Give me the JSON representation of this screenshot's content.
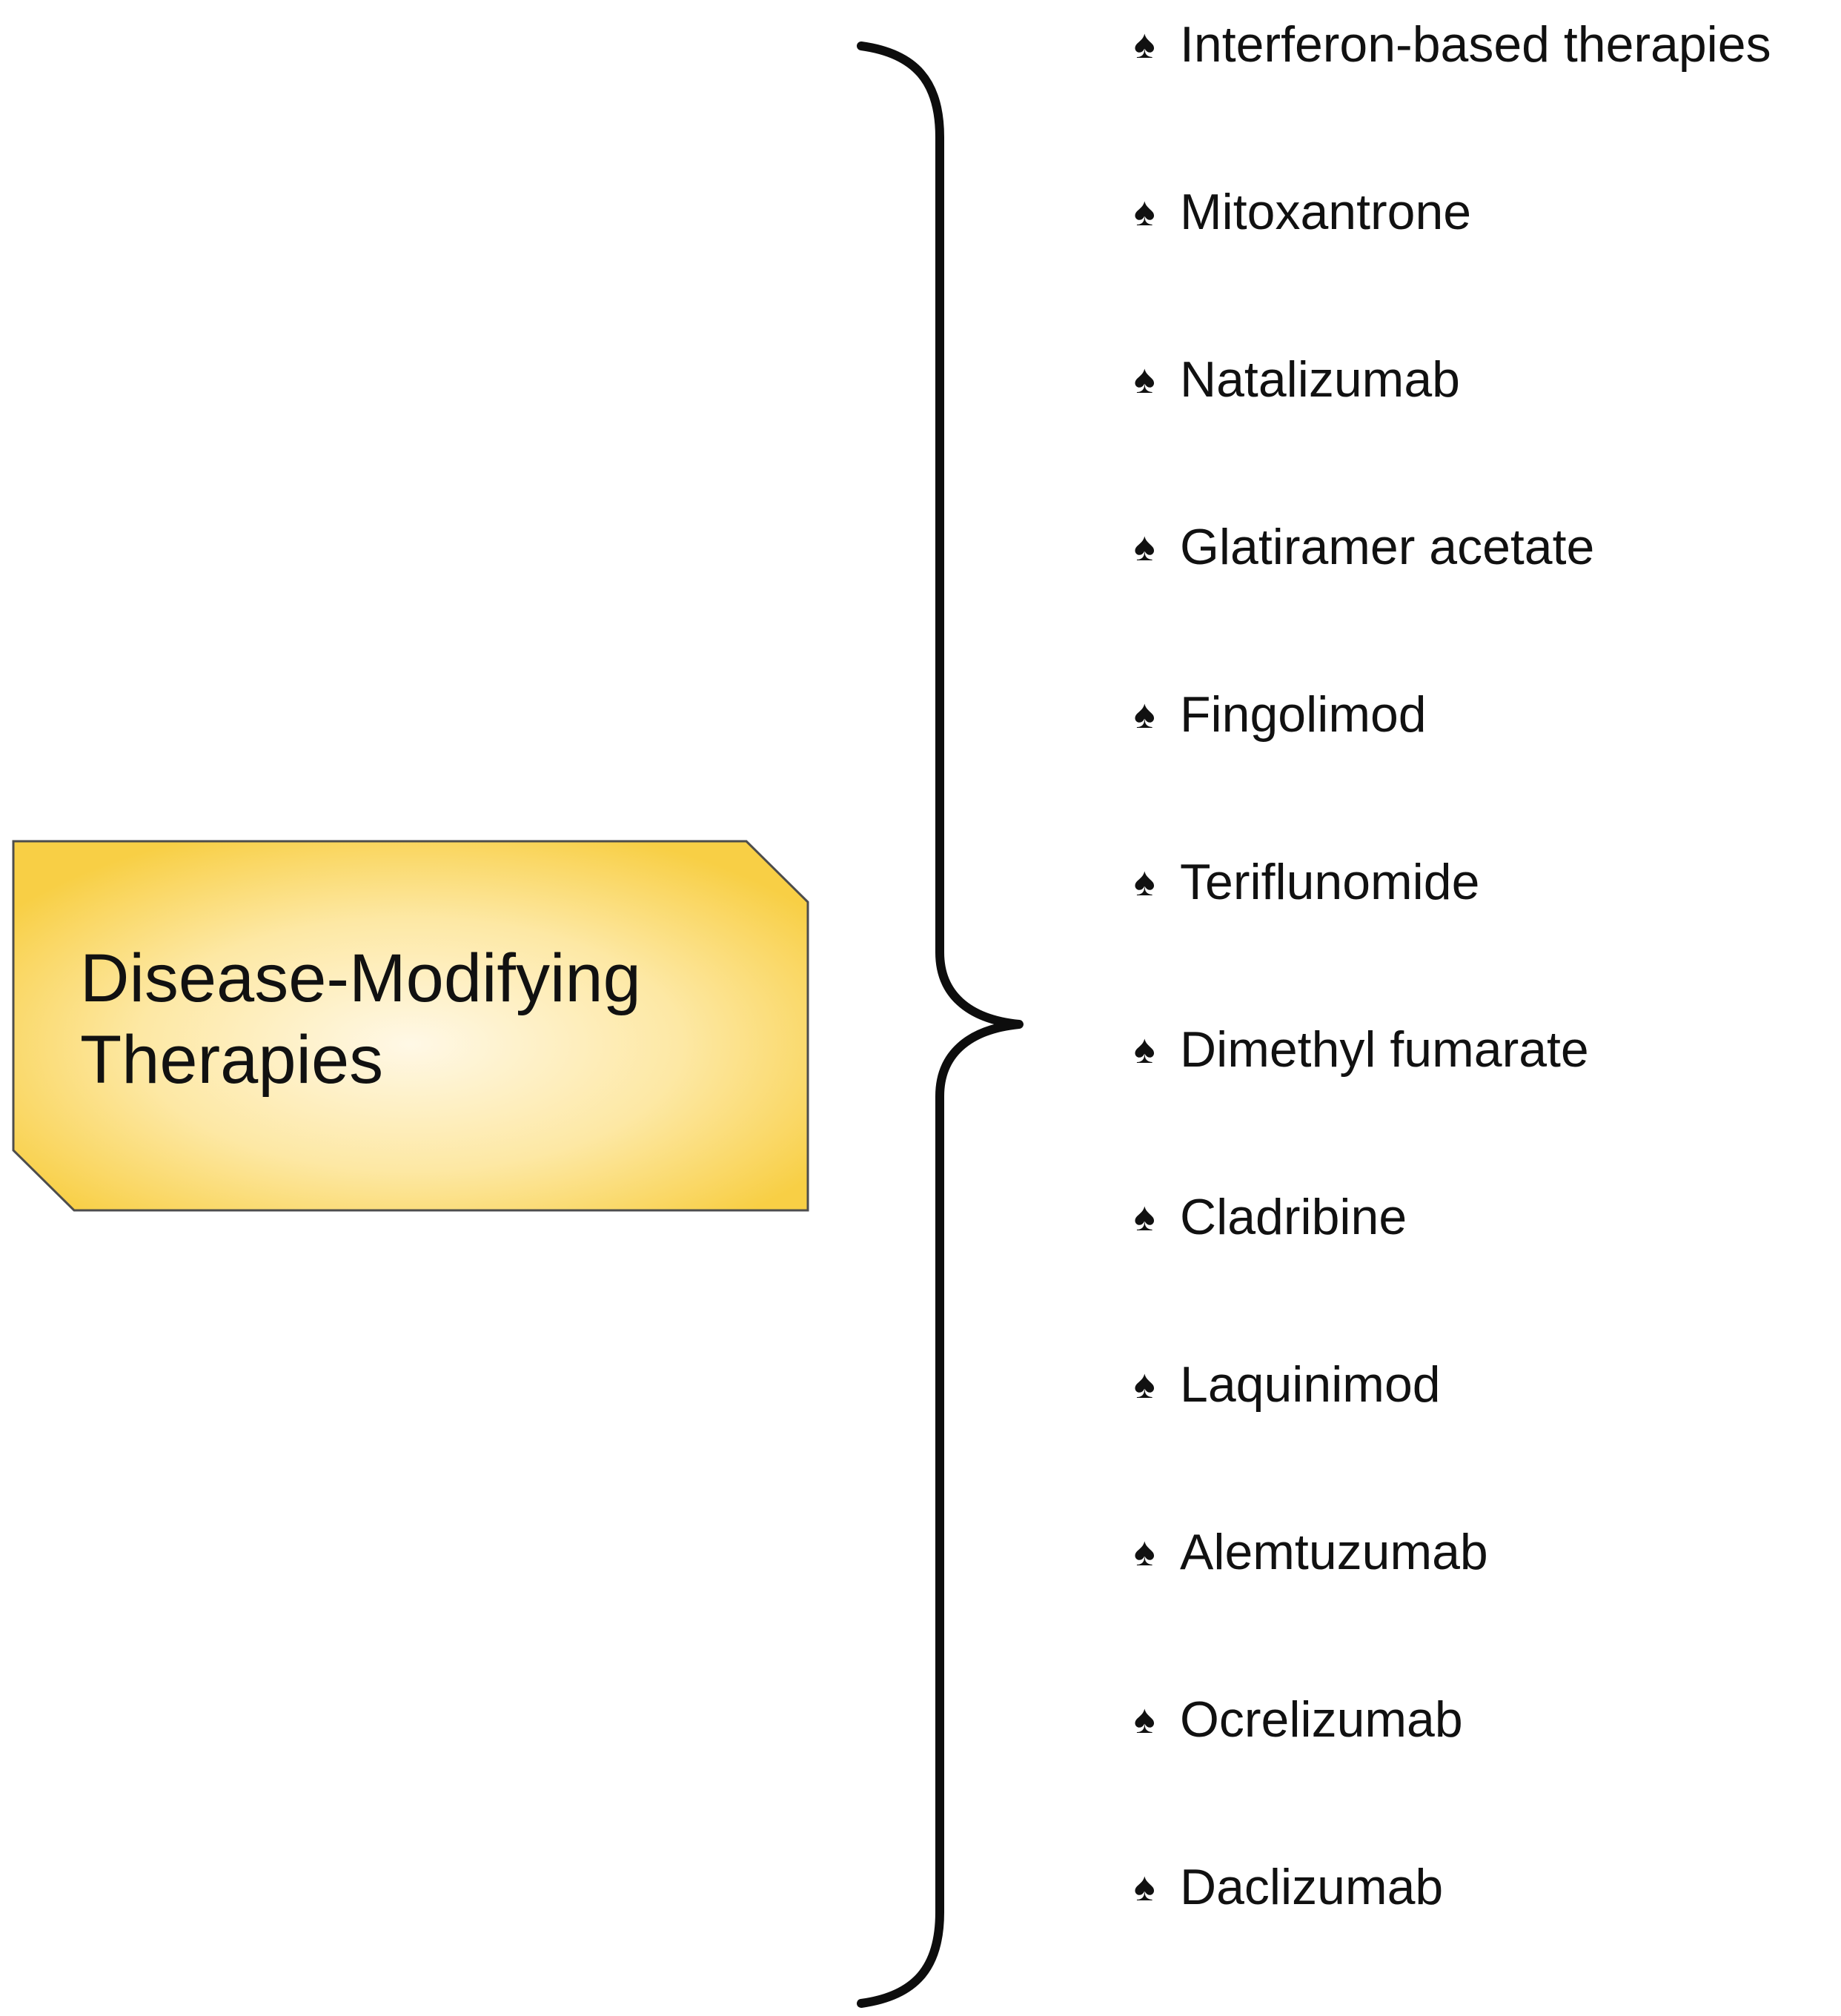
{
  "category": {
    "label": "Disease-Modifying\nTherapies",
    "colors": {
      "fill_center": "#fff8e6",
      "fill_edge": "#f8cf45",
      "border": "#4d4d4d"
    }
  },
  "bullet_icon": "spade-icon",
  "bullet_glyph": "♠",
  "therapies": [
    {
      "label": "Interferon-based therapies"
    },
    {
      "label": "Mitoxantrone"
    },
    {
      "label": "Natalizumab"
    },
    {
      "label": "Glatiramer acetate"
    },
    {
      "label": "Fingolimod"
    },
    {
      "label": "Teriflunomide"
    },
    {
      "label": "Dimethyl fumarate"
    },
    {
      "label": "Cladribine"
    },
    {
      "label": "Laquinimod"
    },
    {
      "label": "Alemtuzumab"
    },
    {
      "label": "Ocrelizumab"
    },
    {
      "label": "Daclizumab"
    }
  ]
}
